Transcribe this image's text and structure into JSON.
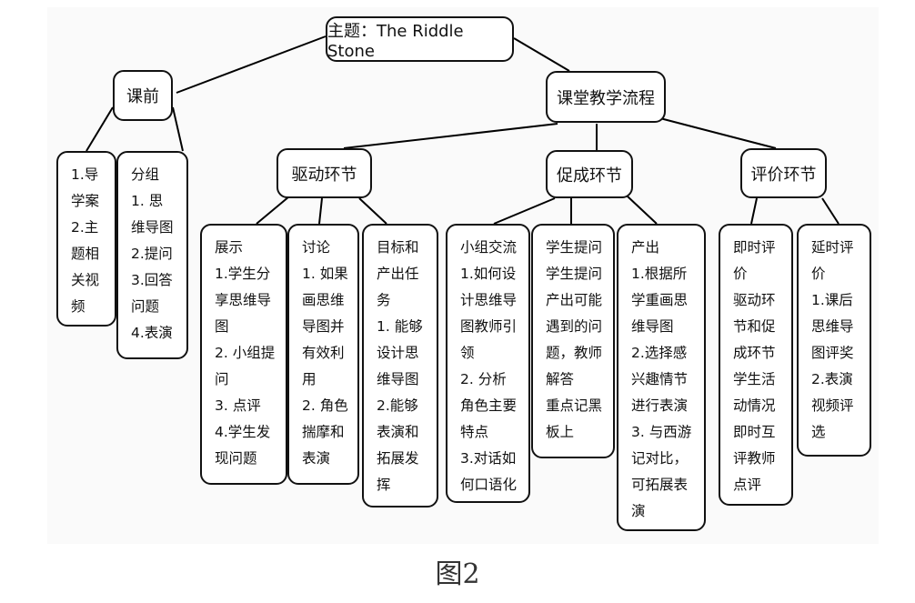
{
  "diagram": {
    "root": "主题：The Riddle Stone",
    "pre_class": {
      "title": "课前",
      "leaves": [
        "1.导\n学案\n2.主\n题相\n关视\n频",
        "分组\n1. 思\n维导图\n2.提问\n3.回答\n问题\n4.表演"
      ]
    },
    "classroom": {
      "title": "课堂教学流程",
      "stages": [
        {
          "title": "驱动环节",
          "leaves": [
            "展示\n1.学生分\n享思维导\n图\n2. 小组提\n问\n3. 点评\n4.学生发\n现问题",
            "讨论\n1. 如果\n画思维\n导图并\n有效利\n用\n2. 角色\n揣摩和\n表演",
            "目标和\n产出任\n务\n1. 能够\n设计思\n维导图\n2.能够\n表演和\n拓展发\n挥"
          ]
        },
        {
          "title": "促成环节",
          "leaves": [
            "小组交流\n1.如何设\n计思维导\n图教师引\n领\n2. 分析\n角色主要\n特点\n3.对话如\n何口语化",
            "学生提问\n学生提问\n产出可能\n遇到的问\n题，教师\n解答\n重点记黑\n板上",
            "产出\n1.根据所\n学重画思\n维导图\n2.选择感\n兴趣情节\n进行表演\n3. 与西游\n记对比，\n可拓展表\n演"
          ]
        },
        {
          "title": "评价环节",
          "leaves": [
            "即时评\n价\n驱动环\n节和促\n成环节\n学生活\n动情况\n即时互\n评教师\n点评",
            "延时评\n价\n1.课后\n思维导\n图评奖\n2.表演\n视频评\n选"
          ]
        }
      ]
    },
    "caption": "图2"
  }
}
